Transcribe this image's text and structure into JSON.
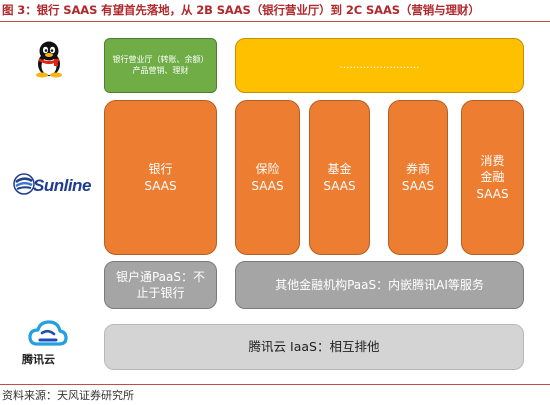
{
  "title": "图 3：银行 SAAS 有望首先落地，从 2B SAAS（银行营业厅）到 2C SAAS（营销与理财）",
  "source": "资料来源：天风证券研究所",
  "logos": {
    "qq": "qq-penguin-icon",
    "sunline": "Sunline",
    "tencent_cloud": "腾讯云"
  },
  "boxes": {
    "branch_products": "银行营业厅（转账、余额）\n产品营销、理财",
    "consumer_placeholder": "……………………",
    "bank_saas": "银行\nSAAS",
    "insurance_saas": "保险\nSAAS",
    "fund_saas": "基金\nSAAS",
    "broker_saas": "券商\nSAAS",
    "consumer_finance_saas": "消费\n金融\nSAAS",
    "bank_paas": "银户通PaaS：不止于银行",
    "other_paas": "其他金融机构PaaS：内嵌腾讯AI等服务",
    "iaas": "腾讯云 IaaS：相互排他"
  },
  "colors": {
    "green": "#70ad47",
    "yellow": "#ffc000",
    "orange": "#ed7d31",
    "gray": "#a5a5a5",
    "light_gray": "#d4d4d4",
    "title_red": "#b0292c"
  }
}
